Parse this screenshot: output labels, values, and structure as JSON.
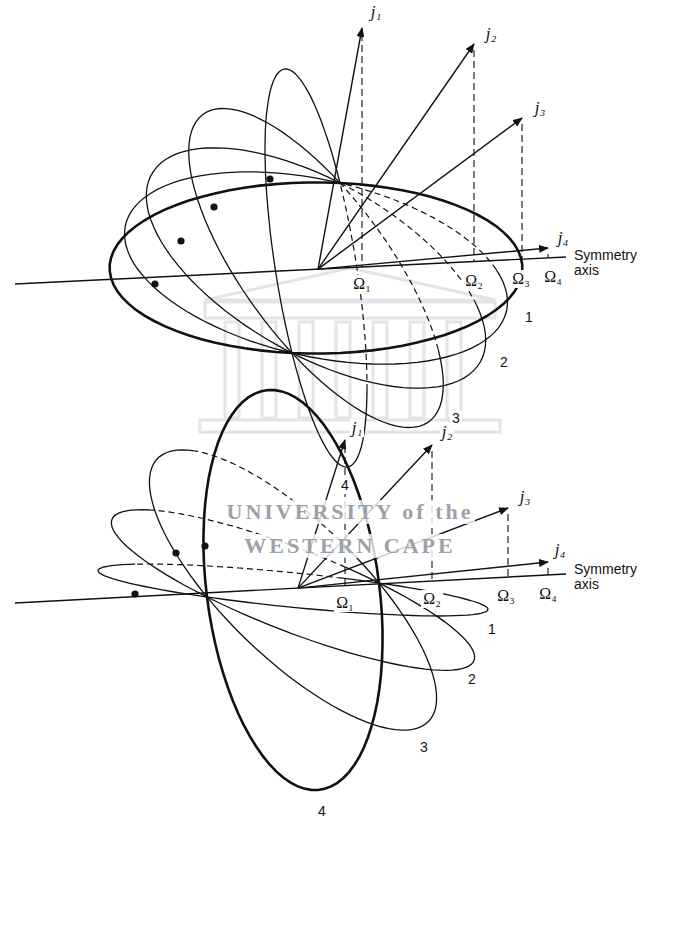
{
  "diagram": {
    "labels": [
      "j₁",
      "j₂",
      "j₃",
      "j₄",
      "Ω₁",
      "Ω₂",
      "Ω₃",
      "Ω₄",
      "Symmetry axis",
      "1",
      "2",
      "3",
      "4",
      "UNIVERSITY of the",
      "WESTERN CAPE",
      "j₁",
      "j₂",
      "j₃",
      "j₄",
      "Ω₁",
      "Ω₂",
      "Ω₃",
      "Ω₄",
      "Symmetry axis",
      "1",
      "2",
      "3",
      "4"
    ]
  }
}
